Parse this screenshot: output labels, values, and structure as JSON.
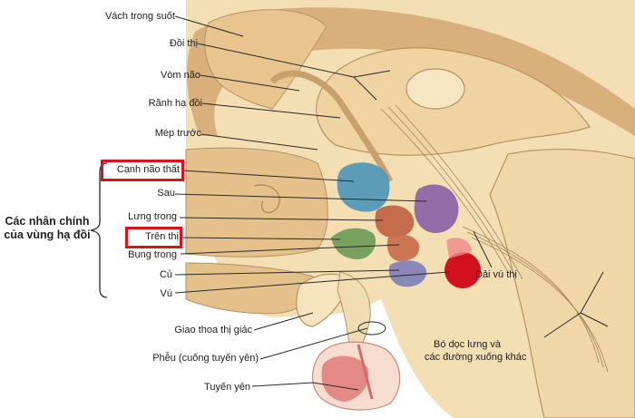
{
  "labels": {
    "vach_trong_suot": "Vách trong suốt",
    "doi_thi": "Đồi thị",
    "vom_nao": "Vòm não",
    "ranh_ha_doi": "Rãnh hạ đồi",
    "mep_truoc": "Mép trước",
    "canh_nao_that": "Cạnh não thất",
    "sau": "Sau",
    "lung_trong": "Lưng trong",
    "tren_thi": "Trên thị",
    "bung_trong": "Bụng trong",
    "cu": "Củ",
    "vu": "Vú",
    "giao_thoa_thi_giac": "Giao thoa thị giác",
    "pheu": "Phễu (cuống tuyến yên)",
    "tuyen_yen": "Tuyến yên",
    "dai_vu_thi": "Dải vú thị",
    "bo_doc_lung_1": "Bó dọc lưng và",
    "bo_doc_lung_2": "các đường xuống khác"
  },
  "group": {
    "line1": "Các nhân chính",
    "line2": "của vùng hạ đồi"
  },
  "highlight_color": "#e0101a"
}
